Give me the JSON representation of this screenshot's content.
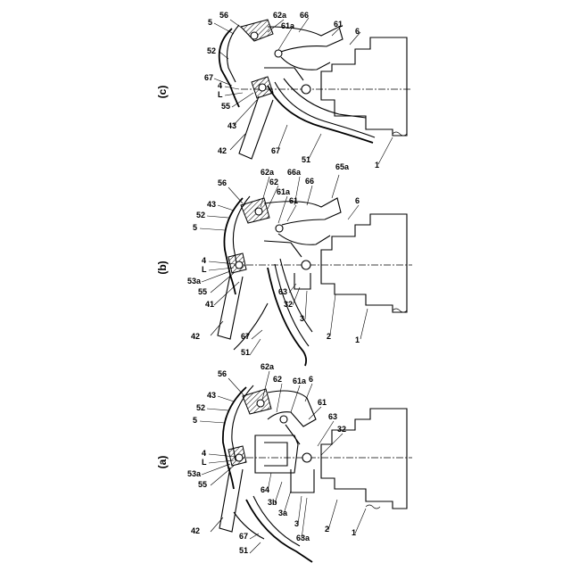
{
  "panels": [
    {
      "caption": "(a)",
      "labels": [
        "5",
        "56",
        "52",
        "43",
        "4",
        "L",
        "53a",
        "55",
        "62a",
        "62",
        "61a",
        "6",
        "61",
        "63",
        "32",
        "64",
        "3b",
        "3a",
        "3",
        "63a",
        "2",
        "1",
        "42",
        "67",
        "51"
      ]
    },
    {
      "caption": "(b)",
      "labels": [
        "5",
        "56",
        "52",
        "43",
        "4",
        "L",
        "53a",
        "55",
        "41",
        "62a",
        "62",
        "61a",
        "61",
        "66a",
        "66",
        "65a",
        "6",
        "63",
        "32",
        "3",
        "2",
        "1",
        "42",
        "67",
        "51"
      ]
    },
    {
      "caption": "(c)",
      "labels": [
        "5",
        "56",
        "52",
        "67",
        "4",
        "L",
        "55",
        "43",
        "62a",
        "61a",
        "66",
        "61",
        "6",
        "42",
        "67",
        "51",
        "1"
      ]
    }
  ]
}
